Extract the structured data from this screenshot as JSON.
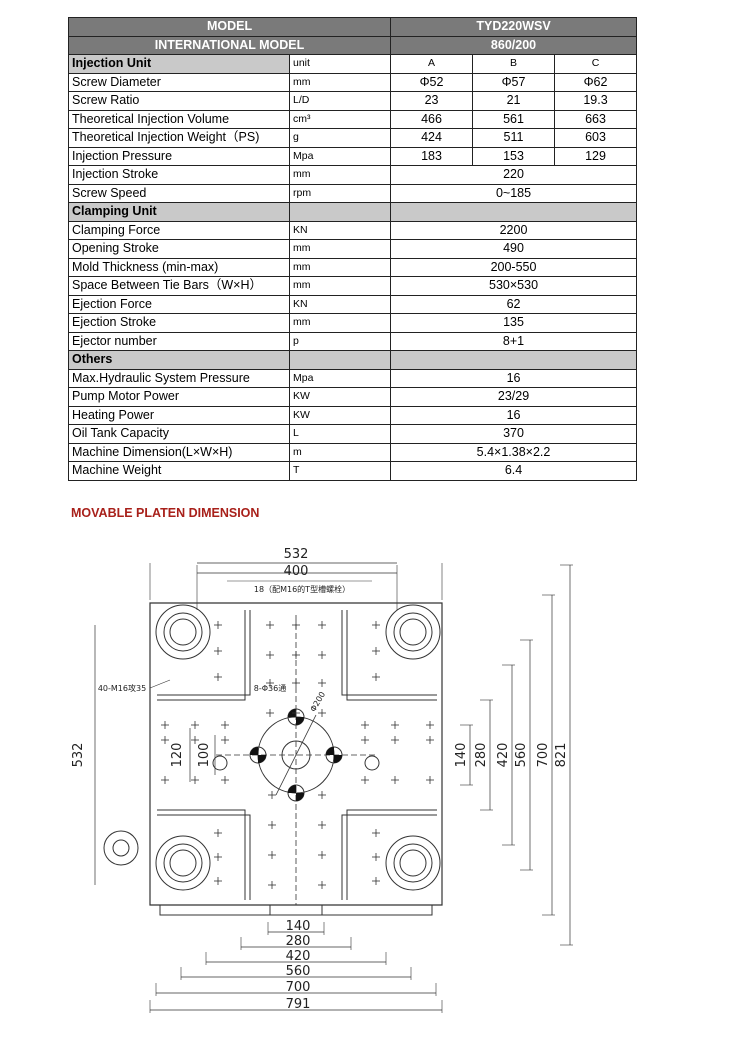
{
  "header": {
    "model_label": "MODEL",
    "model_value": "TYD220WSV",
    "intl_label": "INTERNATIONAL MODEL",
    "intl_value": "860/200"
  },
  "injection": {
    "section": "Injection Unit",
    "unit_label": "unit",
    "cols": [
      "A",
      "B",
      "C"
    ],
    "rows": [
      {
        "name": "Screw Diameter",
        "unit": "mm",
        "a": "Φ52",
        "b": "Φ57",
        "c": "Φ62"
      },
      {
        "name": "Screw Ratio",
        "unit": "L/D",
        "a": "23",
        "b": "21",
        "c": "19.3"
      },
      {
        "name": "Theoretical Injection Volume",
        "unit": "cm³",
        "a": "466",
        "b": "561",
        "c": "663"
      },
      {
        "name": "Theoretical Injection Weight（PS)",
        "unit": "g",
        "a": "424",
        "b": "511",
        "c": "603"
      },
      {
        "name": "Injection Pressure",
        "unit": "Mpa",
        "a": "183",
        "b": "153",
        "c": "129"
      }
    ],
    "stroke": {
      "name": "Injection Stroke",
      "unit": "mm",
      "value": "220"
    },
    "speed": {
      "name": "Screw Speed",
      "unit": "rpm",
      "value": "0~185"
    }
  },
  "clamping": {
    "section": "Clamping Unit",
    "rows": [
      {
        "name": "Clamping Force",
        "unit": "KN",
        "value": "2200"
      },
      {
        "name": "Opening Stroke",
        "unit": "mm",
        "value": "490"
      },
      {
        "name": "Mold Thickness (min-max)",
        "unit": "mm",
        "value": "200-550"
      },
      {
        "name": "Space Between Tie Bars（W×H）",
        "unit": "mm",
        "value": "530×530"
      },
      {
        "name": "Ejection Force",
        "unit": "KN",
        "value": "62"
      },
      {
        "name": "Ejection Stroke",
        "unit": "mm",
        "value": "135"
      },
      {
        "name": "Ejector number",
        "unit": "p",
        "value": "8+1"
      }
    ]
  },
  "others": {
    "section": "Others",
    "rows": [
      {
        "name": "Max.Hydraulic System Pressure",
        "unit": "Mpa",
        "value": "16"
      },
      {
        "name": "Pump Motor Power",
        "unit": "KW",
        "value": "23/29"
      },
      {
        "name": "Heating Power",
        "unit": "KW",
        "value": "16"
      },
      {
        "name": "Oil Tank Capacity",
        "unit": "L",
        "value": "370"
      },
      {
        "name": "Machine Dimension(L×W×H)",
        "unit": "m",
        "value": "5.4×1.38×2.2"
      },
      {
        "name": "Machine Weight",
        "unit": "T",
        "value": "6.4"
      }
    ]
  },
  "platen": {
    "title": "MOVABLE PLATEN DIMENSION",
    "top_dims": [
      "532",
      "400"
    ],
    "slot_note": "18（配M16的T型槽螺栓）",
    "hole_note": "40-M16攻35",
    "eject_note": "8-Φ36通",
    "circle_dim": "Φ200",
    "left_dims": [
      "532",
      "120",
      "100"
    ],
    "right_dims": [
      "140",
      "280",
      "420",
      "560",
      "700",
      "821"
    ],
    "bottom_dims": [
      "140",
      "280",
      "420",
      "560",
      "700",
      "791"
    ]
  }
}
